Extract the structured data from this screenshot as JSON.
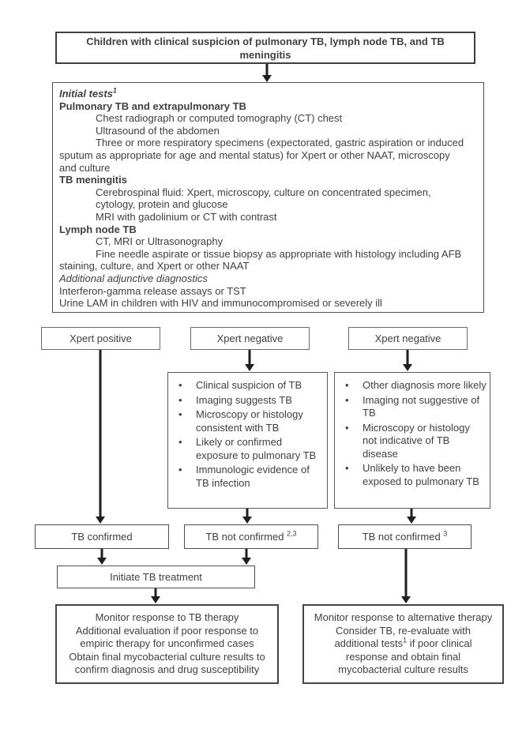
{
  "colors": {
    "background": "#ffffff",
    "text": "#404040",
    "border": "#4f4f4f",
    "arrow": "#1f1f1f"
  },
  "top_box": {
    "text": "Children with clinical suspicion of pulmonary TB, lymph node TB, and TB meningitis"
  },
  "initial_tests": {
    "lines": [
      {
        "text": "Initial tests",
        "sup": "1",
        "bold": true,
        "italic": true
      },
      {
        "text": "Pulmonary TB and extrapulmonary TB",
        "bold": true
      },
      {
        "text": "Chest radiograph or computed tomography (CT) chest",
        "indent": true
      },
      {
        "text": "Ultrasound of the abdomen",
        "indent": true
      },
      {
        "text": "Three or more respiratory specimens (expectorated, gastric aspiration or induced",
        "indent": true
      },
      {
        "text": "sputum as appropriate for age and mental status) for Xpert or other NAAT, microscopy"
      },
      {
        "text": "and culture"
      },
      {
        "text": "TB meningitis",
        "bold": true
      },
      {
        "text": "Cerebrospinal fluid: Xpert, microscopy, culture on concentrated specimen,",
        "indent": true
      },
      {
        "text": "cytology, protein and glucose",
        "indent": true
      },
      {
        "text": "MRI with gadolinium or CT with contrast",
        "indent": true
      },
      {
        "text": "Lymph node TB",
        "bold": true
      },
      {
        "text": "CT, MRI or Ultrasonography",
        "indent": true
      },
      {
        "text": "Fine needle aspirate or tissue biopsy as appropriate with histology including AFB",
        "indent": true
      },
      {
        "text": "staining, culture, and Xpert or other NAAT"
      },
      {
        "text": "Additional adjunctive diagnostics",
        "italic": true
      },
      {
        "text": "Interferon-gamma release assays or TST"
      },
      {
        "text": "Urine LAM in children with HIV and immunocompromised or severely ill"
      }
    ]
  },
  "branch_boxes": [
    {
      "text": "Xpert positive"
    },
    {
      "text": "Xpert negative"
    },
    {
      "text": "Xpert negative"
    }
  ],
  "criteria_boxes": [
    {
      "bullets": [
        "Clinical suspicion of TB",
        "Imaging suggests TB",
        "Microscopy or histology consistent with TB",
        "Likely or confirmed exposure to pulmonary TB",
        "Immunologic evidence of TB infection"
      ]
    },
    {
      "bullets": [
        "Other diagnosis more likely",
        "Imaging not suggestive of TB",
        "Microscopy or histology not indicative of TB disease",
        "Unlikely to have been exposed to pulmonary TB"
      ]
    }
  ],
  "outcome_boxes": [
    {
      "text": "TB confirmed"
    },
    {
      "text": "TB not confirmed ",
      "sup": "2,3"
    },
    {
      "text": "TB not confirmed ",
      "sup": "3"
    }
  ],
  "treatment_box": {
    "text": "Initiate TB treatment"
  },
  "monitor_boxes": [
    {
      "lines": [
        [
          {
            "t": "Monitor response to TB therapy"
          }
        ],
        [
          {
            "t": "Additional evaluation if poor response to"
          }
        ],
        [
          {
            "t": "empiric therapy for unconfirmed cases"
          }
        ],
        [
          {
            "t": "Obtain final mycobacterial culture results to"
          }
        ],
        [
          {
            "t": "confirm diagnosis and drug susceptibility"
          }
        ]
      ]
    },
    {
      "lines": [
        [
          {
            "t": "Monitor response to alternative therapy"
          }
        ],
        [
          {
            "t": "Consider TB, re-evaluate with"
          }
        ],
        [
          {
            "t": "additional tests"
          },
          {
            "s": "1"
          },
          {
            "t": " if poor clinical"
          }
        ],
        [
          {
            "t": "response and obtain final"
          }
        ],
        [
          {
            "t": "mycobacterial culture results"
          }
        ]
      ]
    }
  ]
}
